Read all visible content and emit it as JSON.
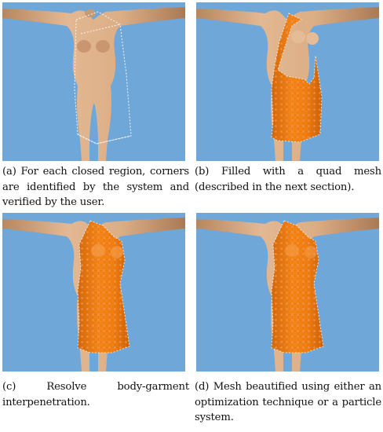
{
  "colors": {
    "background": "#6fa7d9",
    "skin": "#d9ad86",
    "skin_shadow": "#b8875f",
    "mesh": "#f07d12",
    "mesh_dark": "#d2660a",
    "mesh_dot": "#fff3e6",
    "outline": "#f6f6f6"
  },
  "panels": [
    {
      "id": "a",
      "caption": "(a) For each closed region, corners are identified by the system and verified by the user."
    },
    {
      "id": "b",
      "caption": "(b) Filled with a quad mesh (described in the next section)."
    },
    {
      "id": "c",
      "caption": "(c) Resolve body-garment interpenetration."
    },
    {
      "id": "d",
      "caption": "(d) Mesh beautified using either an optimization technique or a particle system."
    }
  ]
}
